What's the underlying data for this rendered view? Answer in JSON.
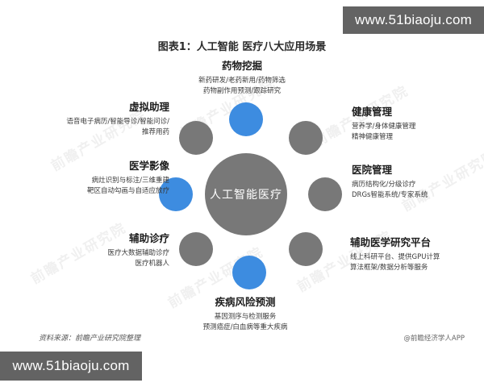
{
  "chart_title": "图表1：人工智能 医疗八大应用场景",
  "center": {
    "label": "人工智能医疗",
    "color": "#787878"
  },
  "colors": {
    "blue": "#3d8ce0",
    "gray": "#787878",
    "background": "#ffffff",
    "watermark_banner": "#636363"
  },
  "scenarios": [
    {
      "title": "药物挖掘",
      "line1": "新药研发/老药新用/药物筛选",
      "line2": "药物副作用预测/跟踪研究",
      "node_color": "blue",
      "position": "top"
    },
    {
      "title": "健康管理",
      "line1": "营养学/身体健康管理",
      "line2": "精神健康管理",
      "node_color": "gray",
      "position": "top-right"
    },
    {
      "title": "医院管理",
      "line1": "病历结构化/分级诊疗",
      "line2": "DRGs智能系统/专家系统",
      "node_color": "blue",
      "position": "right"
    },
    {
      "title": "辅助医学研究平台",
      "line1": "线上科研平台、提供GPU计算",
      "line2": "算法框架/数据分析等服务",
      "node_color": "gray",
      "position": "bottom-right"
    },
    {
      "title": "疾病风险预测",
      "line1": "基因测序与检测服务",
      "line2": "预测癌症/白血病等重大疾病",
      "node_color": "blue",
      "position": "bottom"
    },
    {
      "title": "辅助诊疗",
      "line1": "医疗大数据辅助诊疗",
      "line2": "医疗机器人",
      "node_color": "gray",
      "position": "bottom-left"
    },
    {
      "title": "医学影像",
      "line1": "病灶识别与标注/三维重建",
      "line2": "靶区自动勾画与自适应放疗",
      "node_color": "blue",
      "position": "left"
    },
    {
      "title": "虚拟助理",
      "line1": "语音电子病历/智能导诊/智能问诊/",
      "line2": "推荐用药",
      "node_color": "gray",
      "position": "top-left"
    }
  ],
  "footer": {
    "source": "资料来源：前瞻产业研究院整理",
    "credit": "@前瞻经济学人APP"
  },
  "watermarks": {
    "banner_top": "www.51biaoju.com",
    "banner_bottom": "www.51biaoju.com",
    "faint_text": "前瞻产业研究院"
  }
}
